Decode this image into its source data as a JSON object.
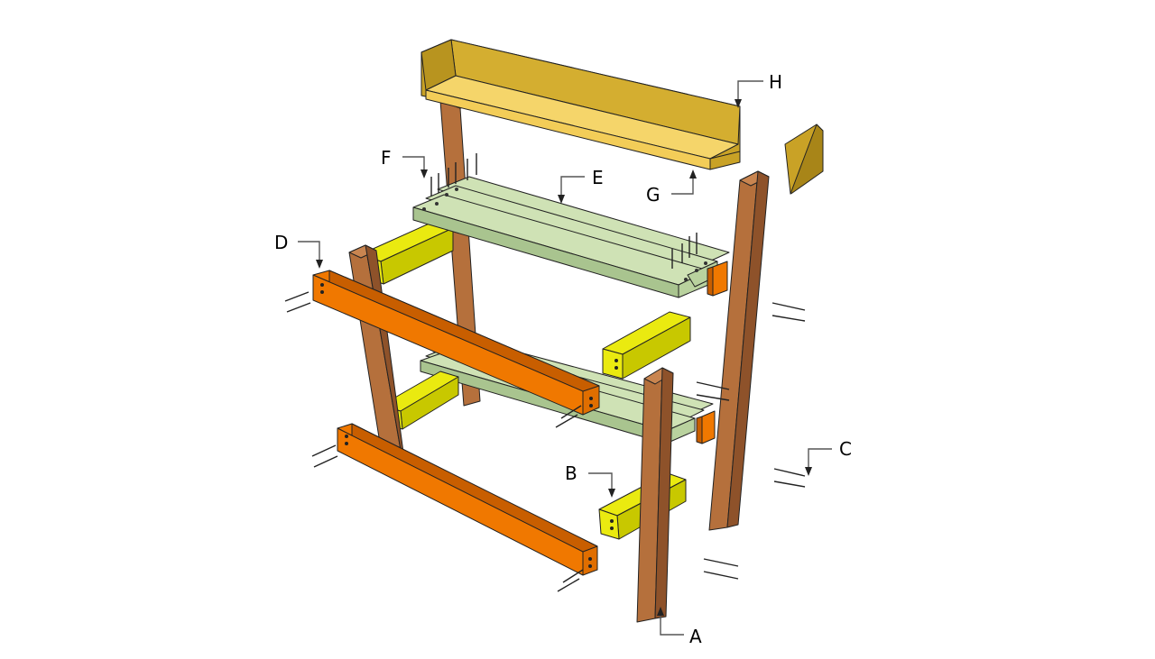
{
  "labels": {
    "A": "A",
    "B": "B",
    "C": "C",
    "D": "D",
    "E": "E",
    "F": "F",
    "G": "G",
    "H": "H"
  },
  "colors": {
    "legs": "#b5703c",
    "legs_dark": "#8e522a",
    "legs_light": "#c98550",
    "front_rails": "#f07800",
    "front_rails_dark": "#c85e00",
    "side_rails": "#eaea10",
    "side_rails_dark": "#c8c800",
    "slats": "#cfe2b5",
    "slats_dark": "#a9c48f",
    "shelf_top": "#f5d56a",
    "shelf_back": "#c9a226",
    "shelf_dark": "#a88518"
  }
}
